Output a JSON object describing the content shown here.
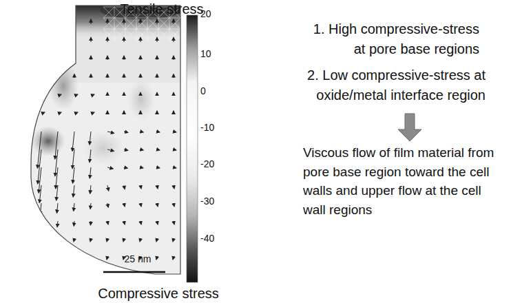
{
  "diagram": {
    "labels": [
      "Tensile stress",
      "20",
      "10",
      "0",
      "-10",
      "-20",
      "-30",
      "-40",
      "Compressive stress",
      "25 nm",
      "1. High compressive-stress at pore base regions",
      "2. Low compressive-stress at oxide/metal interface region",
      "Viscous flow of film material from pore base region toward the cell walls and upper flow at the cell wall regions"
    ]
  }
}
